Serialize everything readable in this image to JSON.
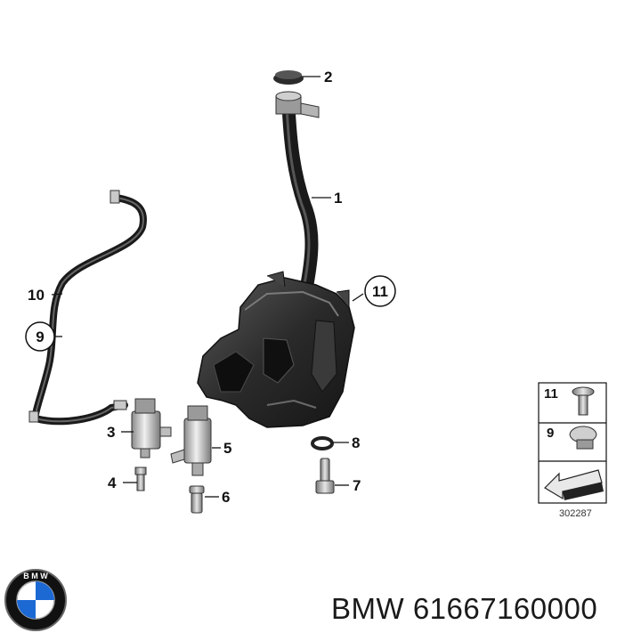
{
  "callouts": {
    "c1": "1",
    "c2": "2",
    "c3": "3",
    "c4": "4",
    "c5": "5",
    "c6": "6",
    "c7": "7",
    "c8": "8",
    "c9": "9",
    "c10": "10",
    "c11": "11"
  },
  "legend": {
    "items": [
      {
        "number": "11",
        "icon": "screw-icon"
      },
      {
        "number": "9",
        "icon": "hose-clip-icon"
      },
      {
        "number": "",
        "icon": "arrow-icon"
      }
    ],
    "diagram_number": "302287"
  },
  "logo": {
    "brand": "BMW",
    "colors": {
      "blue": "#1c69d4",
      "dark": "#111111"
    }
  },
  "caption": "BMW 61667160000"
}
